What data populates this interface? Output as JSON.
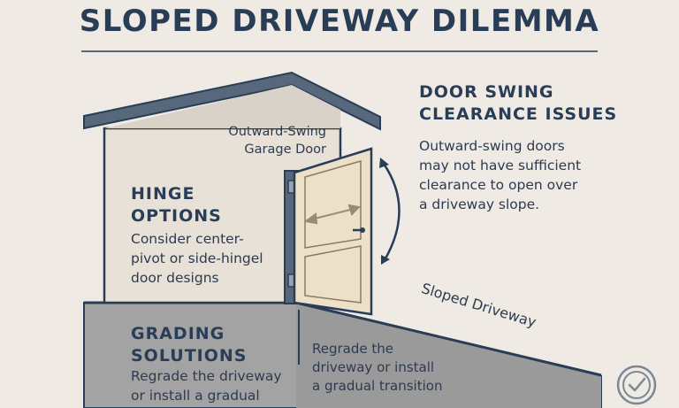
{
  "title": "SLOPED DRIVEWAY DILEMMA",
  "door_label_line1": "Outward-Swing",
  "door_label_line2": "Garage Door",
  "door_swing": {
    "heading_line1": "DOOR SWING",
    "heading_line2": "CLEARANCE ISSUES",
    "body": [
      "Outward-swing doors",
      "may not have sufficient",
      "clearance to open over",
      "a driveway slope."
    ]
  },
  "hinge": {
    "heading_line1": "HINGE",
    "heading_line2": "OPTIONS",
    "body": [
      "Consider center-",
      "pivot or side-hingel",
      "door designs"
    ]
  },
  "grading": {
    "heading_line1": "GRADING",
    "heading_line2": "SOLUTIONS",
    "body": [
      "Regrade the driveway",
      "or install a gradual"
    ]
  },
  "callout": {
    "body": [
      "Regrade the",
      "driveway or install",
      "a gradual transition"
    ]
  },
  "slope_label": "Sloped Driveway",
  "icons": [
    "check-circle-icon",
    "swing-arrow-icon",
    "double-arrow-icon"
  ],
  "colors": {
    "navy": "#2a3d57",
    "wall": "#e7e1d7",
    "door": "#ece0c8",
    "ground": "#a3a3a3",
    "background": "#efebe4"
  }
}
